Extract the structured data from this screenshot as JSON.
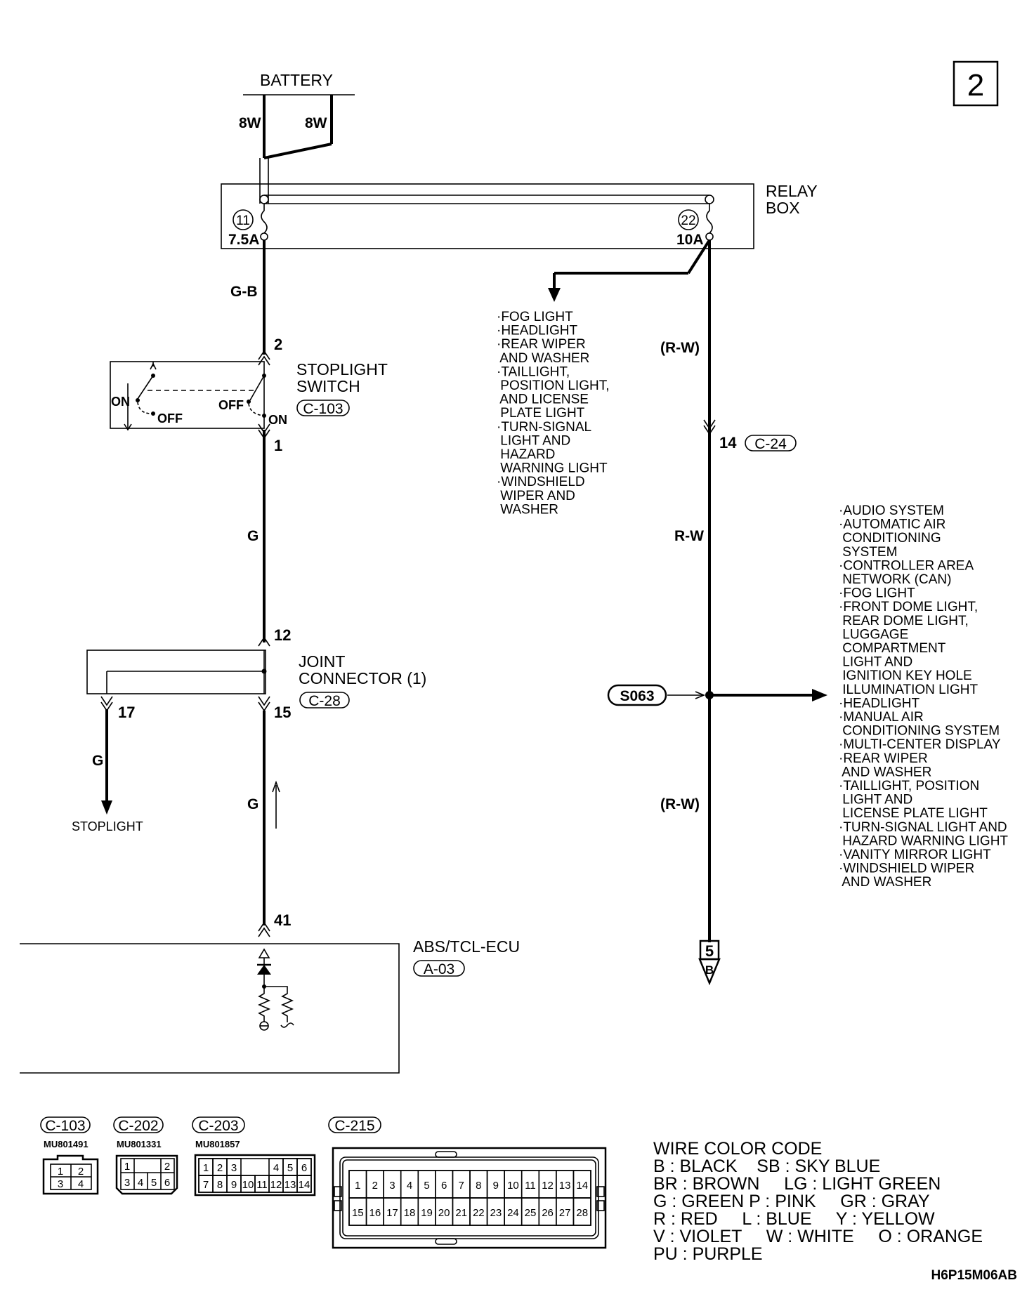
{
  "page_number": "2",
  "doc_code": "H6P15M06AB",
  "battery": {
    "label": "BATTERY",
    "wire_left": "8W",
    "wire_right": "8W"
  },
  "relay_box": {
    "label_line1": "RELAY",
    "label_line2": "BOX",
    "fuse_left_no": "11",
    "fuse_left_rating": "7.5A",
    "fuse_right_no": "22",
    "fuse_right_rating": "10A"
  },
  "wires": {
    "g_b": "G-B",
    "g_mid": "G",
    "g_low": "G",
    "g_stop": "G",
    "r_w_paren_top": "(R-W)",
    "r_w": "R-W",
    "r_w_paren_bottom": "(R-W)"
  },
  "stoplight_switch": {
    "line1": "STOPLIGHT",
    "line2": "SWITCH",
    "connector": "C-103",
    "pin_top": "2",
    "pin_bottom": "1",
    "on_left": "ON",
    "off_left": "OFF",
    "off_right": "OFF",
    "on_right": "ON"
  },
  "fog_list": [
    "·FOG LIGHT",
    "·HEADLIGHT",
    "·REAR WIPER",
    " AND WASHER",
    "·TAILLIGHT,",
    " POSITION LIGHT,",
    " AND LICENSE",
    " PLATE LIGHT",
    "·TURN-SIGNAL",
    " LIGHT AND",
    " HAZARD",
    " WARNING LIGHT",
    "·WINDSHIELD",
    " WIPER AND",
    " WASHER"
  ],
  "connector_c24": {
    "pin": "14",
    "name": "C-24"
  },
  "splice": {
    "name": "S063"
  },
  "audio_list": [
    "·AUDIO SYSTEM",
    "·AUTOMATIC AIR",
    " CONDITIONING",
    " SYSTEM",
    "·CONTROLLER AREA",
    " NETWORK (CAN)",
    "·FOG LIGHT",
    "·FRONT DOME LIGHT,",
    " REAR DOME LIGHT,",
    " LUGGAGE",
    " COMPARTMENT",
    " LIGHT AND",
    " IGNITION KEY HOLE",
    " ILLUMINATION LIGHT",
    "·HEADLIGHT",
    "·MANUAL AIR",
    " CONDITIONING SYSTEM",
    "·MULTI-CENTER DISPLAY",
    "·REAR WIPER",
    " AND WASHER",
    "·TAILLIGHT, POSITION",
    " LIGHT AND",
    " LICENSE PLATE LIGHT",
    "·TURN-SIGNAL LIGHT AND",
    " HAZARD WARNING LIGHT",
    "·VANITY MIRROR LIGHT",
    "·WINDSHIELD WIPER",
    " AND WASHER"
  ],
  "joint_connector": {
    "line1": "JOINT",
    "line2": "CONNECTOR (1)",
    "connector": "C-28",
    "pin_top": "12",
    "pin_left": "17",
    "pin_right": "15"
  },
  "stoplight_label": "STOPLIGHT",
  "ecu": {
    "label": "ABS/TCL-ECU",
    "connector": "A-03",
    "pin": "41"
  },
  "ground_ref": {
    "page": "5",
    "letter": "B"
  },
  "connector_views": [
    {
      "name": "C-103",
      "part": "MU801491",
      "cells": [
        "1",
        "2",
        "3",
        "4"
      ]
    },
    {
      "name": "C-202",
      "part": "MU801331",
      "cells": [
        "1",
        "2",
        "3",
        "4",
        "5",
        "6"
      ]
    },
    {
      "name": "C-203",
      "part": "MU801857",
      "cells": [
        "1",
        "2",
        "3",
        "4",
        "5",
        "6",
        "7",
        "8",
        "9",
        "10",
        "11",
        "12",
        "13",
        "14"
      ]
    },
    {
      "name": "C-215",
      "part": "",
      "cells": [
        "1",
        "2",
        "3",
        "4",
        "5",
        "6",
        "7",
        "8",
        "9",
        "10",
        "11",
        "12",
        "13",
        "14",
        "15",
        "16",
        "17",
        "18",
        "19",
        "20",
        "21",
        "22",
        "23",
        "24",
        "25",
        "26",
        "27",
        "28"
      ]
    }
  ],
  "wire_color_code": {
    "title": "WIRE COLOR CODE",
    "lines": [
      "B : BLACK    SB : SKY BLUE",
      "BR : BROWN     LG : LIGHT GREEN",
      "G : GREEN P : PINK     GR : GRAY",
      "R : RED     L : BLUE     Y : YELLOW",
      "V : VIOLET     W : WHITE     O : ORANGE",
      "PU : PURPLE"
    ]
  }
}
